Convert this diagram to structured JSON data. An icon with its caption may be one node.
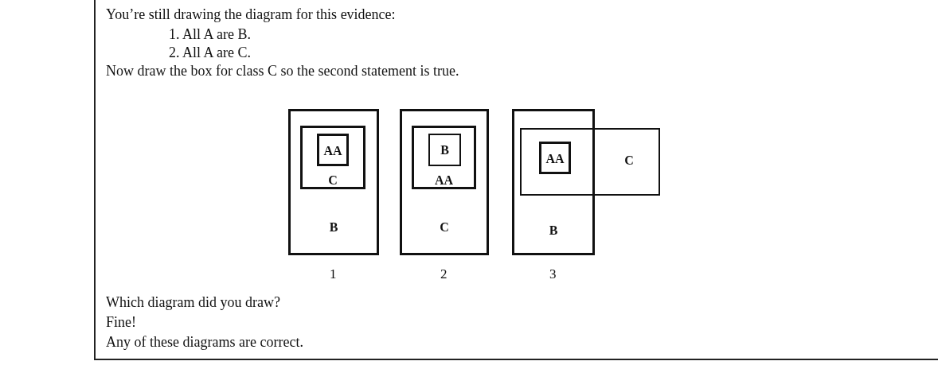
{
  "diagram": {
    "nodes": [
      {
        "text": [
          "B"
        ],
        "beside": [
          "1"
        ]
      },
      {
        "text": [
          "C"
        ],
        "in": 0
      },
      {
        "text": [
          "AA"
        ],
        "in": 1
      },
      {
        "text": [
          "C"
        ],
        "beside": [
          "2"
        ]
      },
      {
        "text": [
          "AA"
        ],
        "in": 3
      },
      {
        "text": [
          "B"
        ],
        "in": 4
      },
      {
        "text": [
          "B"
        ],
        "beside": [
          "3"
        ]
      },
      {
        "text": [
          "C"
        ]
      },
      {
        "text": [
          "AA"
        ]
      }
    ],
    "edges": [],
    "labels": [
      "You’re still drawing the diagram for this evidence:",
      "1.  All A are B.",
      "2.  All A are C.",
      "Now draw the box for class C so the second statement is true.",
      "Which diagram did you draw?",
      "Fine!",
      "Any of these diagrams are correct."
    ]
  }
}
